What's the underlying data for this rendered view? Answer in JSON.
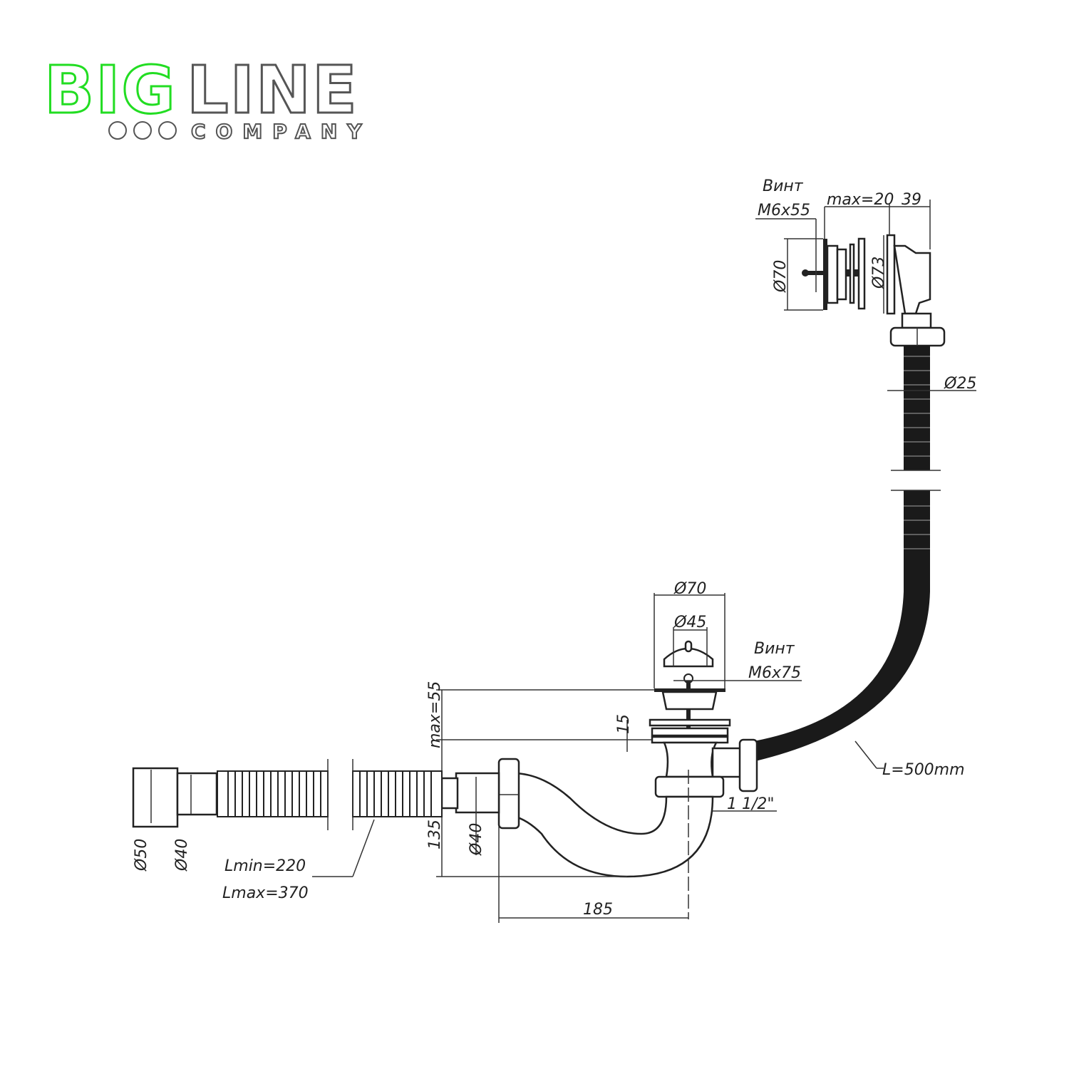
{
  "logo": {
    "brand_green": "BIG",
    "brand_gray": "LINE",
    "tagline": "COMPANY",
    "green": "#22dd22",
    "gray": "#555555"
  },
  "overflow": {
    "screw_word": "Винт",
    "screw_size": "M6x55",
    "max_dim": "max=20",
    "depth": "39",
    "dia_plate": "Ø70",
    "dia_flange": "Ø73",
    "hose_dia": "Ø25"
  },
  "drain": {
    "dia_outer": "Ø70",
    "dia_inner": "Ø45",
    "screw_word": "Винт",
    "screw_size": "M6x75",
    "max_dim": "max=55",
    "thickness": "15",
    "hose_length": "L=500mm",
    "thread": "1 1/2\"",
    "height": "135",
    "trap_dia": "Ø40",
    "offset": "185"
  },
  "outlet": {
    "dia_outer": "Ø50",
    "dia_inner": "Ø40",
    "lmin": "Lmin=220",
    "lmax": "Lmax=370"
  }
}
